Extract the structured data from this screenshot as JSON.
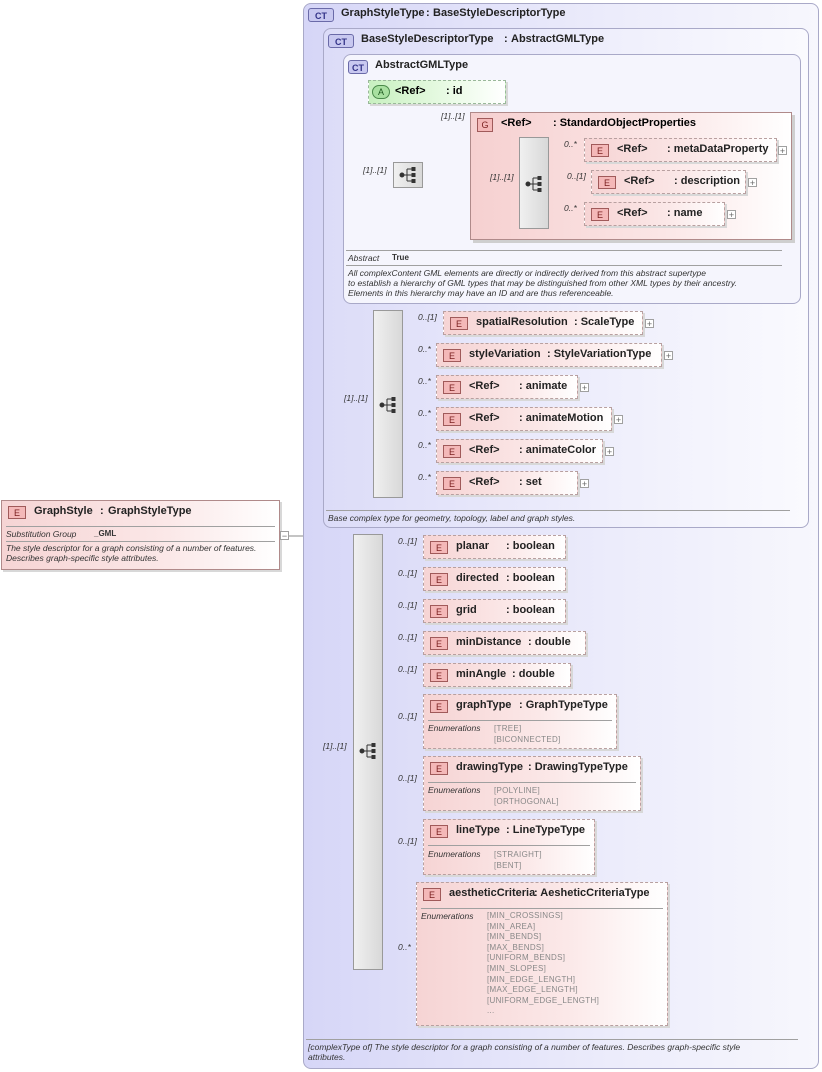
{
  "root": {
    "badge": "E",
    "name": "GraphStyle",
    "sep": ":",
    "type": "GraphStyleType",
    "subst_label": "Substitution Group",
    "subst_value": "_GML",
    "doc_line1": "The style descriptor for a graph consisting of a number of features.",
    "doc_line2": "Describes graph-specific style attributes."
  },
  "graph_style_type": {
    "badge": "CT",
    "title": "GraphStyleType",
    "base": "BaseStyleDescriptorType",
    "doc_line1": "[complexType of] The style descriptor for a graph consisting of a number of features. Describes graph-specific style",
    "doc_line2": "attributes."
  },
  "base_style": {
    "badge": "CT",
    "title": "BaseStyleDescriptorType",
    "base": "AbstractGMLType",
    "doc": "Base complex type for geometry, topology, label and graph styles.",
    "seq_card": "[1]..[1]"
  },
  "abstract_gml": {
    "badge": "CT",
    "title": "AbstractGMLType",
    "attr_badge": "A",
    "attr_ref": "<Ref>",
    "attr_name": ": id",
    "seq_card": "[1]..[1]",
    "group_card": "[1]..[1]",
    "group_badge": "G",
    "group_ref": "<Ref>",
    "group_name": ": StandardObjectProperties",
    "inner_seq_card": "[1]..[1]",
    "abstract_label": "Abstract",
    "abstract_value": "True",
    "doc_line1": "All complexContent GML elements are directly or indirectly derived from this abstract supertype",
    "doc_line2": "to establish a hierarchy of GML types that may be distinguished from other XML types by their ancestry.",
    "doc_line3": "Elements in this hierarchy may have an ID and are thus referenceable."
  },
  "std_props": [
    {
      "card": "0..*",
      "ref": "<Ref>",
      "name": ": metaDataProperty"
    },
    {
      "card": "0..[1]",
      "ref": "<Ref>",
      "name": ": description"
    },
    {
      "card": "0..*",
      "ref": "<Ref>",
      "name": ": name"
    }
  ],
  "base_elements": [
    {
      "card": "0..[1]",
      "name": "spatialResolution",
      "type": ": ScaleType"
    },
    {
      "card": "0..*",
      "name": "styleVariation",
      "type": ": StyleVariationType"
    },
    {
      "card": "0..*",
      "name": "<Ref>",
      "type": ": animate"
    },
    {
      "card": "0..*",
      "name": "<Ref>",
      "type": ": animateMotion"
    },
    {
      "card": "0..*",
      "name": "<Ref>",
      "type": ": animateColor"
    },
    {
      "card": "0..*",
      "name": "<Ref>",
      "type": ": set"
    }
  ],
  "graph_seq_card": "[1]..[1]",
  "graph_elements": [
    {
      "card": "0..[1]",
      "name": "planar",
      "type": ": boolean"
    },
    {
      "card": "0..[1]",
      "name": "directed",
      "type": ": boolean"
    },
    {
      "card": "0..[1]",
      "name": "grid",
      "type": ": boolean"
    },
    {
      "card": "0..[1]",
      "name": "minDistance",
      "type": ": double"
    },
    {
      "card": "0..[1]",
      "name": "minAngle",
      "type": ": double"
    },
    {
      "card": "0..[1]",
      "name": "graphType",
      "type": ": GraphTypeType",
      "enum_label": "Enumerations",
      "enums": "[TREE]\n[BICONNECTED]"
    },
    {
      "card": "0..[1]",
      "name": "drawingType",
      "type": ": DrawingTypeType",
      "enum_label": "Enumerations",
      "enums": "[POLYLINE]\n[ORTHOGONAL]"
    },
    {
      "card": "0..[1]",
      "name": "lineType",
      "type": ": LineTypeType",
      "enum_label": "Enumerations",
      "enums": "[STRAIGHT]\n[BENT]"
    },
    {
      "card": "0..*",
      "name": "aestheticCriteria",
      "type": ": AesheticCriteriaType",
      "enum_label": "Enumerations",
      "enums": "[MIN_CROSSINGS]\n[MIN_AREA]\n[MIN_BENDS]\n[MAX_BENDS]\n[UNIFORM_BENDS]\n[MIN_SLOPES]\n[MIN_EDGE_LENGTH]\n[MAX_EDGE_LENGTH]\n[UNIFORM_EDGE_LENGTH]\n..."
    }
  ],
  "colors": {
    "element_fill": "#f6d4d4",
    "complex_type_fill": "#d6d6f7",
    "attribute_fill": "#d8f5d0"
  }
}
